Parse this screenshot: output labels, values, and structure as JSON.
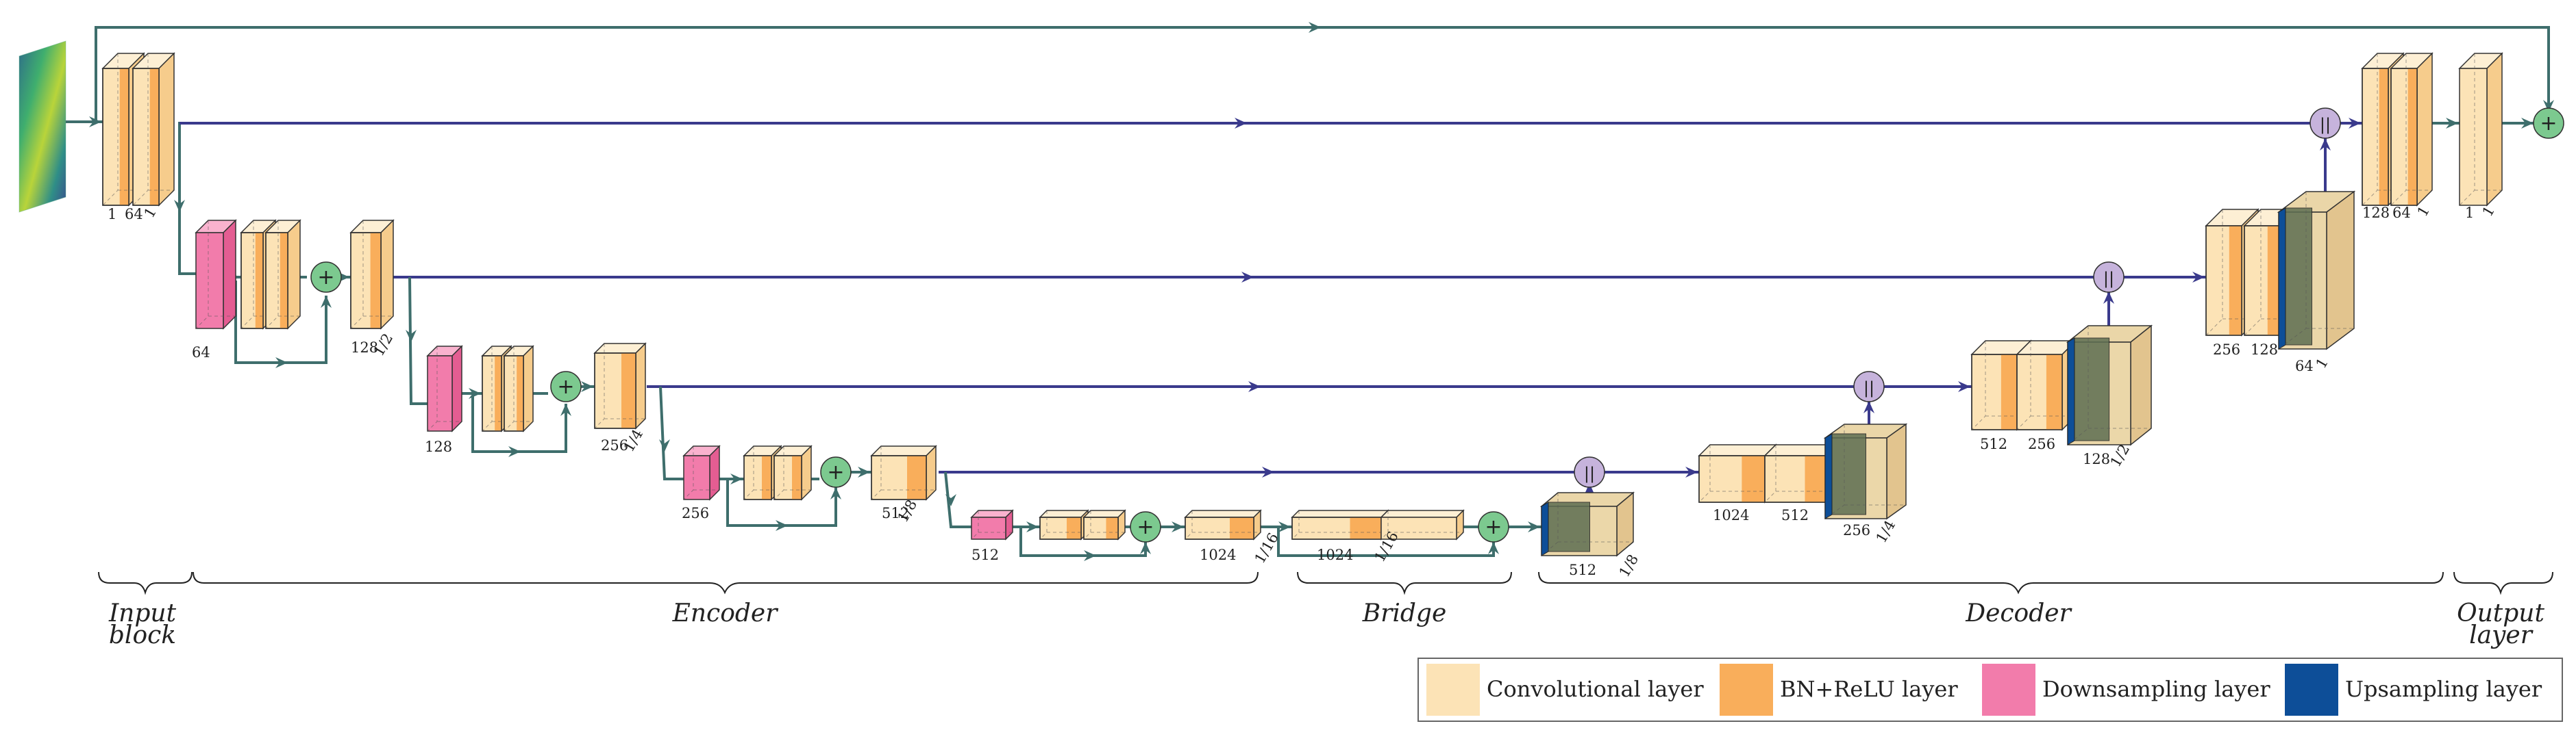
{
  "colors": {
    "conv_front": "#FCE3B6",
    "conv_side": "#F6CC8C",
    "conv_top": "#FDEFD4",
    "bn_front": "#F9AE5B",
    "bn_side": "#EE9640",
    "bn_top": "#FBCB94",
    "down_front": "#F27CAB",
    "down_side": "#E45D92",
    "down_top": "#F9B2CE",
    "up_front": "#0D4E98",
    "up_side": "#0A3E7A",
    "up_top": "#5F8FC8",
    "up_shade": "#5E6E52",
    "plus": "#7CC98F",
    "concat": "#C6B3DC",
    "skip_line": "#3A3A8C",
    "flow_line": "#3E6E6C"
  },
  "labels": {
    "in_ch": "1",
    "in_64": "64",
    "in_1": "1",
    "e1_down": "64",
    "e1_128": "128",
    "e1_scale": "1/2",
    "e2_down": "128",
    "e2_256": "256",
    "e2_scale": "1/4",
    "e3_down": "256",
    "e3_512": "512",
    "e3_scale": "1/8",
    "e4_down": "512",
    "e4_1024": "1024",
    "e4_scale": "1/16",
    "b_1024": "1024",
    "b_scale": "1/16",
    "d1_512": "512",
    "d1_scale": "1/8",
    "d2_1024": "1024",
    "d2_512": "512",
    "d2_256": "256",
    "d2_scale": "1/4",
    "d3_512": "512",
    "d3_256": "256",
    "d3_128": "128",
    "d3_scale": "1/2",
    "d4_256": "256",
    "d4_128": "128",
    "d4_64": "64",
    "d4_1": "1",
    "o1_128": "128",
    "o1_64": "64",
    "o1_1": "1",
    "out_1": "1",
    "out_1b": "1",
    "plus_symbol": "+",
    "concat_symbol": "||"
  },
  "sections": {
    "input_line1": "Input",
    "input_line2": "block",
    "encoder": "Encoder",
    "bridge": "Bridge",
    "decoder": "Decoder",
    "output_line1": "Output",
    "output_line2": "layer"
  },
  "legend": {
    "conv": "Convolutional layer",
    "bn": "BN+ReLU layer",
    "down": "Downsampling layer",
    "up": "Upsampling layer"
  }
}
